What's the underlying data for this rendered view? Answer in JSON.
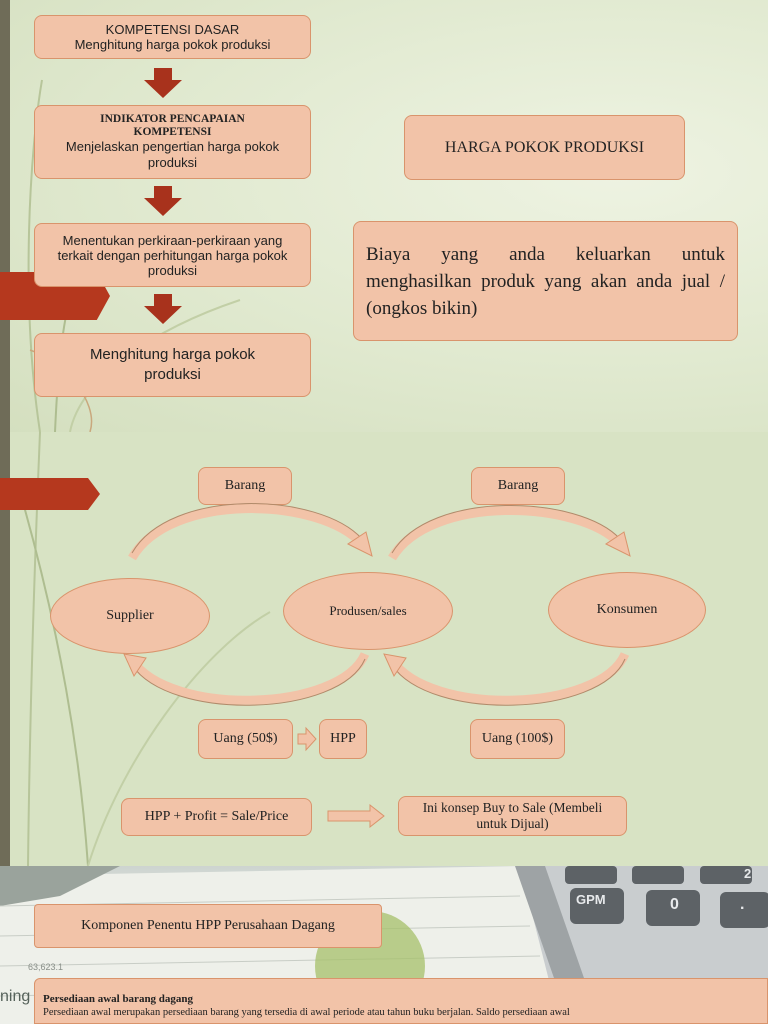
{
  "slide1": {
    "kd": {
      "title": "KOMPETENSI DASAR",
      "text": "Menghitung harga pokok produksi"
    },
    "ipk": {
      "title": "INDIKATOR PENCAPAIAN KOMPETENSI",
      "text": "Menjelaskan pengertian harga pokok produksi"
    },
    "step3": "Menentukan perkiraan-perkiraan yang terkait dengan perhitungan harga pokok produksi",
    "step4": "Menghitung harga pokok produksi",
    "heading": "HARGA POKOK PRODUKSI",
    "definition": "Biaya yang anda keluarkan untuk menghasilkan produk yang akan anda jual / (ongkos bikin)"
  },
  "slide2": {
    "barang_left": "Barang",
    "barang_right": "Barang",
    "supplier": "Supplier",
    "produsen": "Produsen/sales",
    "konsumen": "Konsumen",
    "uang_left": "Uang (50$)",
    "hpp": "HPP",
    "uang_right": "Uang (100$)",
    "formula": "HPP + Profit = Sale/Price",
    "concept": "Ini konsep Buy to Sale (Membeli untuk Dijual)"
  },
  "slide3": {
    "title": "Komponen Penentu HPP Perusahaan Dagang",
    "section_heading": "Persediaan awal barang dagang",
    "section_text": "Persediaan awal merupakan persediaan barang yang tersedia di awal periode atau tahun buku berjalan. Saldo persediaan awal",
    "calc_key_gpm": "GPM",
    "calc_key_zero": "0",
    "calc_key_dot": ".",
    "calc_key_2": "2",
    "paper_number": "63,623.1",
    "paper_word": "ning"
  },
  "colors": {
    "box_fill": "#f2c3a8",
    "box_border": "#d9946c",
    "accent_red": "#b5381e",
    "arrow_red": "#a8321c"
  }
}
